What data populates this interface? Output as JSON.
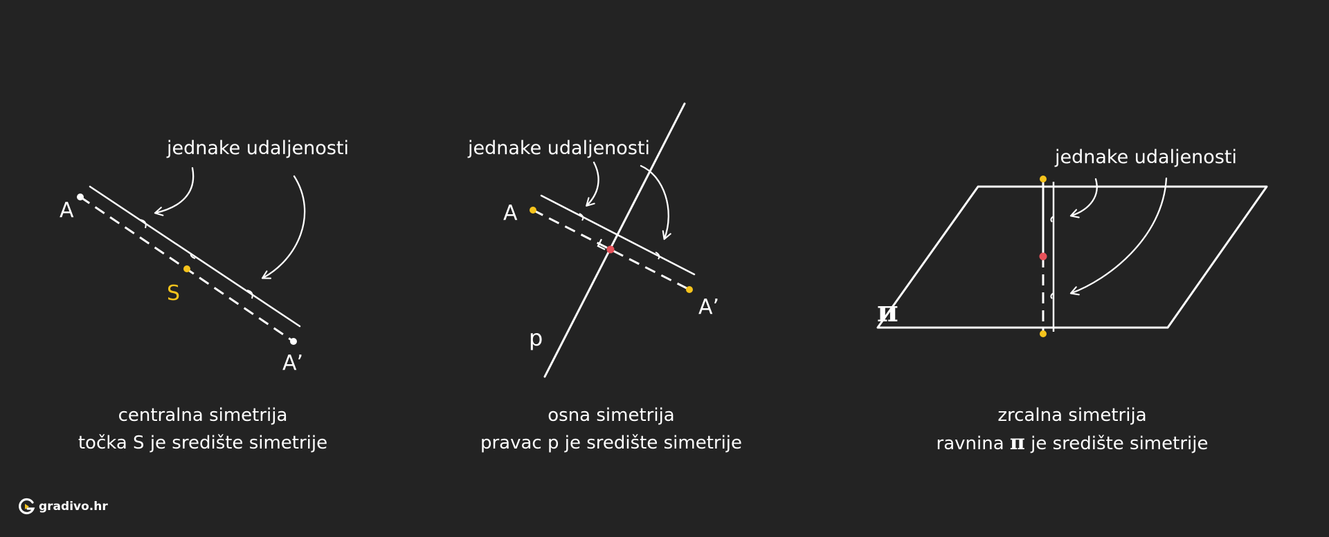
{
  "colors": {
    "background": "#232323",
    "line": "#ffffff",
    "center_point": "#f5c31c",
    "intersection_point": "#e8525a"
  },
  "panel_central": {
    "annotation": "jednake udaljenosti",
    "point_a": "A",
    "point_a_prime": "A’",
    "point_s": "S",
    "caption_line1": "centralna simetrija",
    "caption_line2": "točka S je središte simetrije"
  },
  "panel_axial": {
    "annotation": "jednake udaljenosti",
    "point_a": "A",
    "point_a_prime": "A’",
    "line_label": "p",
    "caption_line1": "osna simetrija",
    "caption_line2": "pravac p je središte simetrije"
  },
  "panel_mirror": {
    "annotation": "jednake udaljenosti",
    "plane_label": "π",
    "caption_line1": "zrcalna simetrija",
    "caption_line2_before": "ravnina",
    "caption_line2_pi": "π",
    "caption_line2_after": "je središte simetrije"
  },
  "logo": {
    "icon": "gradivo-logo-icon",
    "text": "gradivo.hr"
  }
}
